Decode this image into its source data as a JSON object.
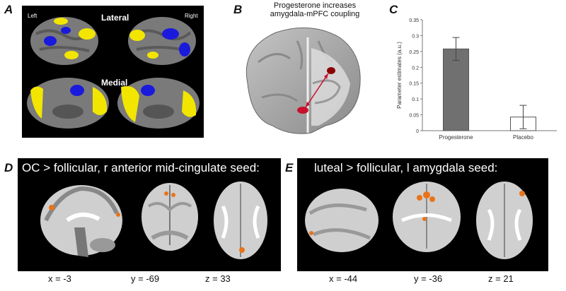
{
  "panels": {
    "a": {
      "label": "A",
      "lateral": "Lateral",
      "medial": "Medial",
      "left": "Left",
      "right": "Right"
    },
    "b": {
      "label": "B",
      "title_line1": "Progesterone increases",
      "title_line2": "amygdala-mPFC coupling"
    },
    "c": {
      "label": "C"
    },
    "d": {
      "label": "D",
      "title": "OC > follicular, r anterior mid-cingulate seed:",
      "coords": [
        "x = -3",
        "y = -69",
        "z = 33"
      ]
    },
    "e": {
      "label": "E",
      "title": "luteal > follicular, l amygdala seed:",
      "coords": [
        "x = -44",
        "y = -36",
        "z = 21"
      ]
    }
  },
  "colors": {
    "network_yellow": "#f2e600",
    "network_blue": "#1a1adc",
    "activation_red": "#c8102e",
    "activation_orange": "#e8741a",
    "bar_dark": "#707070"
  },
  "chart_data": {
    "type": "bar",
    "categories": [
      "Progesterone",
      "Placebo"
    ],
    "values": [
      0.258,
      0.043
    ],
    "errors": [
      0.036,
      0.037
    ],
    "bar_colors": [
      "#707070",
      "#ffffff"
    ],
    "ylabel": "Parameter estimates (a.u.)",
    "ylim": [
      0,
      0.35
    ],
    "yticks": [
      "0",
      "0.05",
      "0.1",
      "0.15",
      "0.2",
      "0.25",
      "0.3",
      "0.35"
    ],
    "grid": false
  }
}
